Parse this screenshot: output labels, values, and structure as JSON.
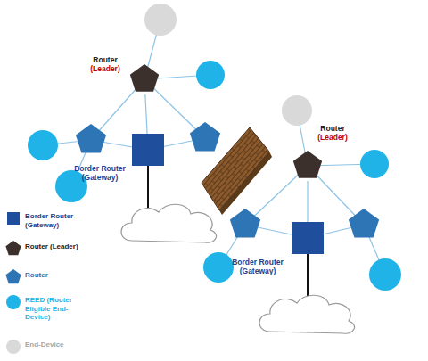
{
  "diagram": {
    "nodes": [
      {
        "text": [
          "Router",
          "(Leader)"
        ]
      },
      {
        "text": [
          "Border Router (Gateway)"
        ]
      },
      {
        "text": [
          "Router",
          "(Leader)"
        ]
      },
      {
        "text": [
          "Border Router (Gateway)"
        ]
      }
    ],
    "edges": [
      {
        "from": 0,
        "to": 1,
        "arrow": "none"
      },
      {
        "from": 2,
        "to": 3,
        "arrow": "none"
      }
    ],
    "legend": [
      {
        "text": "Border Router (Gateway)",
        "color": "#1f4e9c"
      },
      {
        "text": "Router (Leader)",
        "color": "#3b302b"
      },
      {
        "text": "Router",
        "color": "#2e75b6"
      },
      {
        "text": "REED (Router Eligible End-Device)",
        "color": "#1fb3e8"
      },
      {
        "text": "End-Device",
        "color": "#d9d9d9"
      }
    ]
  }
}
